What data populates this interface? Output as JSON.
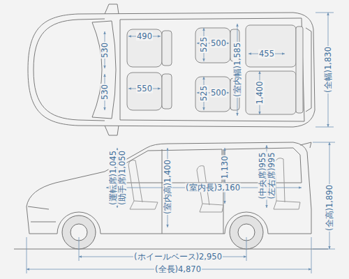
{
  "diagram": {
    "labels": [
      "530",
      "490",
      "530",
      "550",
      "525",
      "500",
      "525",
      "500",
      "(室内幅)1,585",
      "455",
      "1,400",
      "(全幅)1,830",
      "(運転席)1,045",
      "(助手席)1,050",
      "(室内高)1,400",
      "1,130",
      "(室内長)3,160",
      "(中央席)955",
      "(左右席)995",
      "(全高)1,890",
      "(ホイールベース)2,950",
      "(全長)4,870"
    ]
  }
}
